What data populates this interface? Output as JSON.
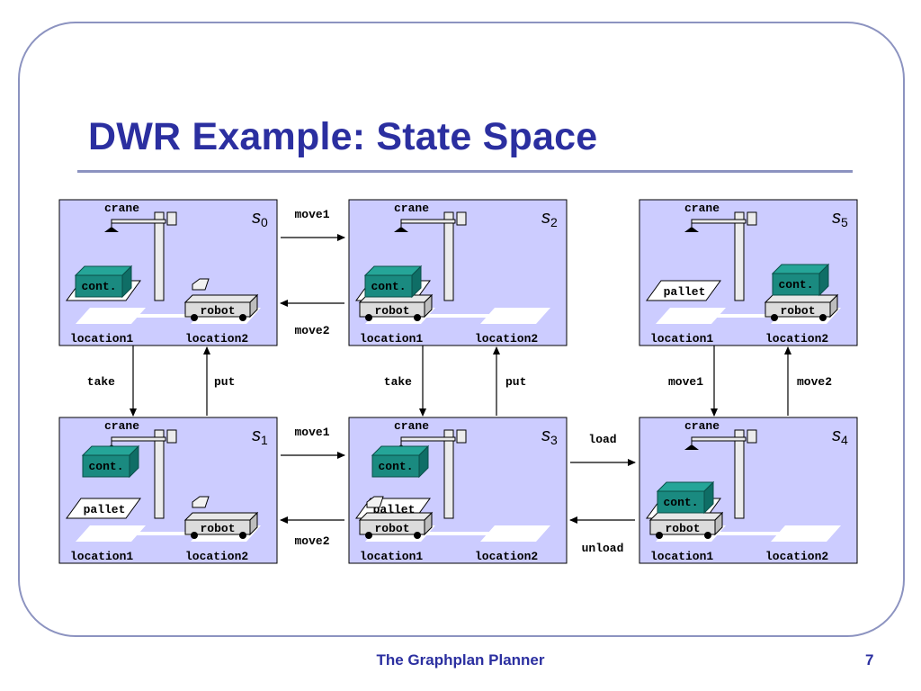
{
  "slide": {
    "title": "DWR Example: State Space",
    "footer_title": "The Graphplan Planner",
    "page_number": "7"
  },
  "labels": {
    "crane": "crane",
    "cont": "cont.",
    "pallet": "pallet",
    "robot": "robot",
    "location1": "location1",
    "location2": "location2",
    "state_letter": "s"
  },
  "colors": {
    "title": "#2b2fa0",
    "state_fill": "#ccccff",
    "container": "#1a8a80",
    "rule": "#8c93c0"
  },
  "states": [
    {
      "id": "s0",
      "subscript": "0",
      "robot_at": "location2",
      "robot_loaded": false,
      "container": "on-pallet"
    },
    {
      "id": "s2",
      "subscript": "2",
      "robot_at": "location1",
      "robot_loaded": false,
      "container": "on-pallet"
    },
    {
      "id": "s5",
      "subscript": "5",
      "robot_at": "location2",
      "robot_loaded": true,
      "container": "on-robot"
    },
    {
      "id": "s1",
      "subscript": "1",
      "robot_at": "location2",
      "robot_loaded": false,
      "container": "held-by-crane"
    },
    {
      "id": "s3",
      "subscript": "3",
      "robot_at": "location1",
      "robot_loaded": false,
      "container": "held-by-crane"
    },
    {
      "id": "s4",
      "subscript": "4",
      "robot_at": "location1",
      "robot_loaded": true,
      "container": "on-robot"
    }
  ],
  "transitions": [
    {
      "label": "move1",
      "from": "s0",
      "to": "s2"
    },
    {
      "label": "move2",
      "from": "s2",
      "to": "s0"
    },
    {
      "label": "take",
      "from": "s0",
      "to": "s1"
    },
    {
      "label": "put",
      "from": "s1",
      "to": "s0"
    },
    {
      "label": "take",
      "from": "s2",
      "to": "s3"
    },
    {
      "label": "put",
      "from": "s3",
      "to": "s2"
    },
    {
      "label": "move1",
      "from": "s1",
      "to": "s3"
    },
    {
      "label": "move2",
      "from": "s3",
      "to": "s1"
    },
    {
      "label": "load",
      "from": "s3",
      "to": "s4"
    },
    {
      "label": "unload",
      "from": "s4",
      "to": "s3"
    },
    {
      "label": "move1",
      "from": "s5",
      "to": "s4"
    },
    {
      "label": "move2",
      "from": "s4",
      "to": "s5"
    }
  ]
}
